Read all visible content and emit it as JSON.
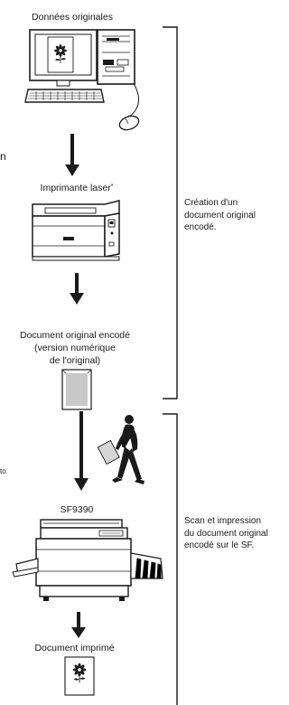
{
  "steps": {
    "original": "Données originales",
    "laser": "Imprimante laser",
    "laser_mark": "*",
    "encoded_line1": "Document original encodé",
    "encoded_line2": "(version numérique",
    "encoded_line3": "de l'original)",
    "sf": "SF9390",
    "printed": "Document imprimé"
  },
  "brackets": {
    "creation_line1": "Création d'un",
    "creation_line2": "document original",
    "creation_line3": "encodé.",
    "scan_line1": "Scan et impression",
    "scan_line2": "du document original",
    "scan_line3": "encodé sur le SF."
  },
  "edge_fragments": {
    "left_top": "n",
    "left_bottom": "to"
  },
  "icons": [
    "computer-icon",
    "flower-icon",
    "laser-printer-icon",
    "document-icon",
    "walking-person-icon",
    "duplicator-icon",
    "arrow-down-icon"
  ]
}
